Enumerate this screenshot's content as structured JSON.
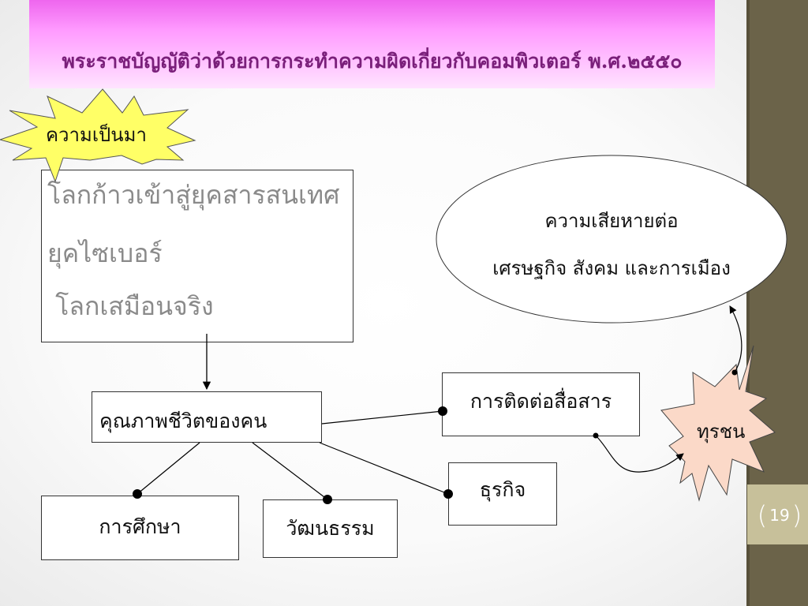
{
  "header": {
    "title": "พระราชบัญญัติว่าด้วยการกระทำความผิดเกี่ยวกับคอมพิวเตอร์ พ.ศ.๒๕๕๐"
  },
  "starburst_origin": {
    "label": "ความเป็นมา",
    "fill": "#ffff66"
  },
  "world_box": {
    "lines": [
      "โลกก้าวเข้าสู่ยุคสารสนเทศ",
      "ยุคไซเบอร์",
      " โลกเสมือนจริง"
    ]
  },
  "quality_box": {
    "label": "คุณภาพชีวิตของคน"
  },
  "nodes": {
    "communication": "การติดต่อสื่อสาร",
    "business": "ธุรกิจ",
    "education": "การศึกษา",
    "culture": "วัฒนธรรม"
  },
  "damage_ellipse": {
    "line1": "ความเสียหายต่อ",
    "line2": "เศรษฐกิจ สังคม และการเมือง"
  },
  "starburst_fraud": {
    "label": "ทุรชน",
    "fill": "#fbd9c8"
  },
  "page_number": "19",
  "colors": {
    "sidebar": "#6b6349",
    "title_text": "#7a1f7a",
    "title_band": "#ff9cff",
    "page_box": "#c7c09a"
  }
}
